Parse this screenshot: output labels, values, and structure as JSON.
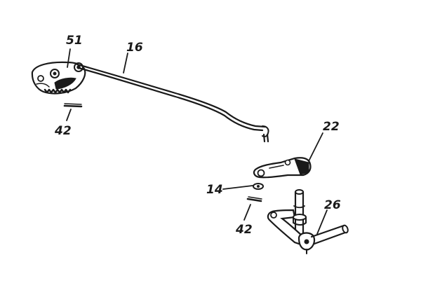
{
  "diagram": {
    "callouts": {
      "c51": "51",
      "c16": "16",
      "c42_top": "42",
      "c22": "22",
      "c14": "14",
      "c42_bottom": "42",
      "c26": "26"
    },
    "ink_color": "#1a1a1a",
    "background": "#ffffff"
  }
}
